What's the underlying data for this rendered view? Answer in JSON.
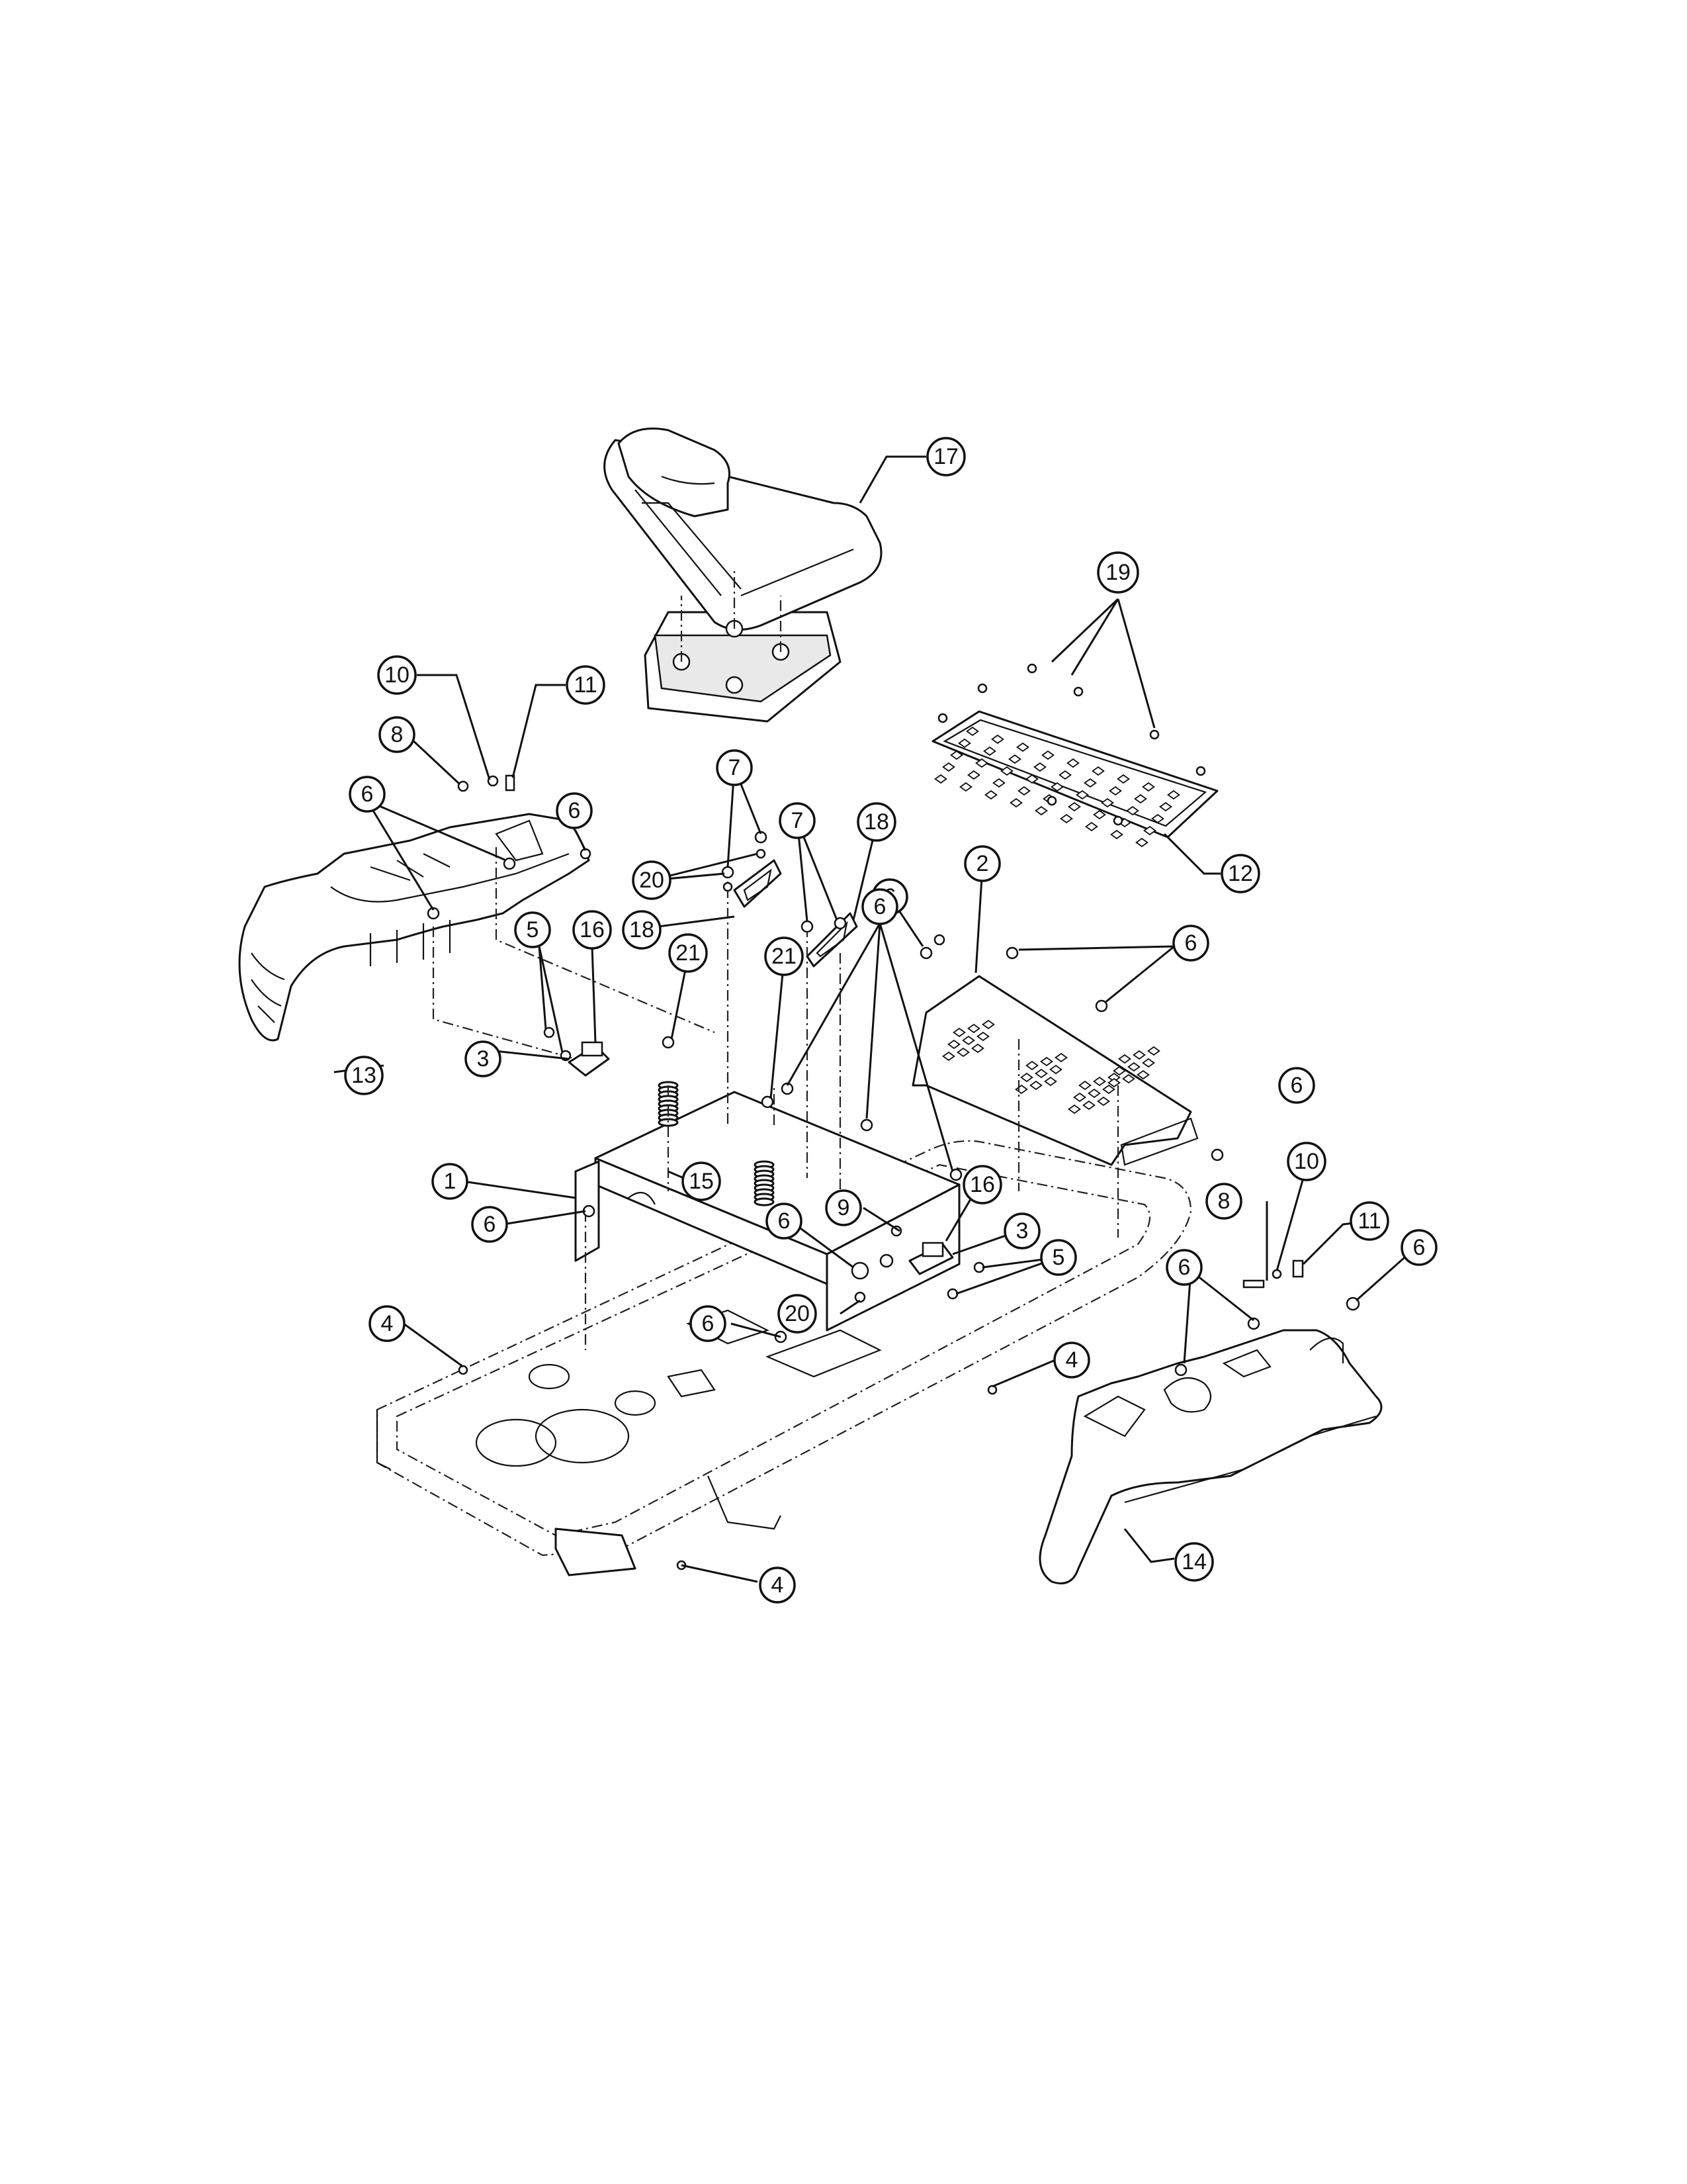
{
  "callouts": [
    {
      "id": "c17",
      "label": "17"
    },
    {
      "id": "c19",
      "label": "19"
    },
    {
      "id": "c10a",
      "label": "10"
    },
    {
      "id": "c11a",
      "label": "11"
    },
    {
      "id": "c8a",
      "label": "8"
    },
    {
      "id": "c6a",
      "label": "6"
    },
    {
      "id": "c6b",
      "label": "6"
    },
    {
      "id": "c7a",
      "label": "7"
    },
    {
      "id": "c20a",
      "label": "20"
    },
    {
      "id": "c18a",
      "label": "18"
    },
    {
      "id": "c7b",
      "label": "7"
    },
    {
      "id": "c18b",
      "label": "18"
    },
    {
      "id": "c12",
      "label": "12"
    },
    {
      "id": "c2",
      "label": "2"
    },
    {
      "id": "c6c",
      "label": "6"
    },
    {
      "id": "c6d",
      "label": "6"
    },
    {
      "id": "c21a",
      "label": "21"
    },
    {
      "id": "c21b",
      "label": "21"
    },
    {
      "id": "c5a",
      "label": "5"
    },
    {
      "id": "c16a",
      "label": "16"
    },
    {
      "id": "c13",
      "label": "13"
    },
    {
      "id": "c3a",
      "label": "3"
    },
    {
      "id": "c6e",
      "label": "6"
    },
    {
      "id": "c6f",
      "label": "6"
    },
    {
      "id": "c1",
      "label": "1"
    },
    {
      "id": "c15",
      "label": "15"
    },
    {
      "id": "c16b",
      "label": "16"
    },
    {
      "id": "c6g",
      "label": "6"
    },
    {
      "id": "c9",
      "label": "9"
    },
    {
      "id": "c6h",
      "label": "6"
    },
    {
      "id": "c3b",
      "label": "3"
    },
    {
      "id": "c5b",
      "label": "5"
    },
    {
      "id": "c10b",
      "label": "10"
    },
    {
      "id": "c8b",
      "label": "8"
    },
    {
      "id": "c11b",
      "label": "11"
    },
    {
      "id": "c6i",
      "label": "6"
    },
    {
      "id": "c20b",
      "label": "20"
    },
    {
      "id": "c6j",
      "label": "6"
    },
    {
      "id": "c4a",
      "label": "4"
    },
    {
      "id": "c4b",
      "label": "4"
    },
    {
      "id": "c6k",
      "label": "6"
    },
    {
      "id": "c4c",
      "label": "4"
    },
    {
      "id": "c14",
      "label": "14"
    }
  ]
}
